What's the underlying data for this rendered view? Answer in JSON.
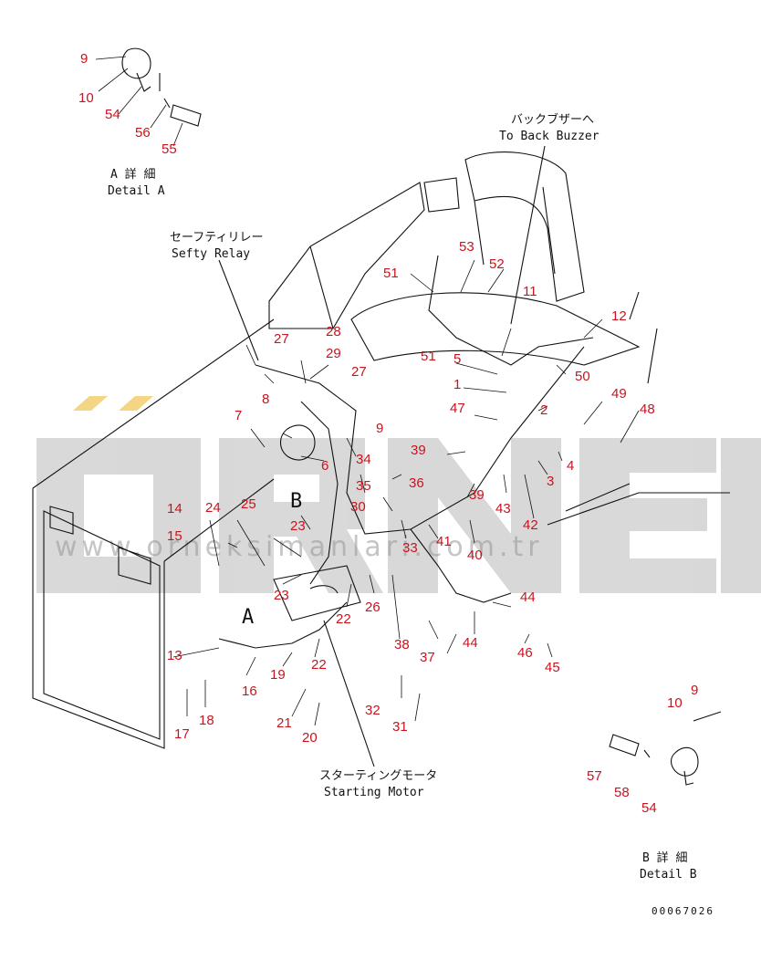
{
  "watermark": {
    "brand": "ÖRNEK",
    "url": "www.orneksimanlari.com.tr",
    "accent": "#f0c34e",
    "gray": "#b4b4b4"
  },
  "captions": {
    "back_buzzer_jp": "バックブザーへ",
    "back_buzzer_en": "To Back Buzzer",
    "safety_relay_jp": "セーフティリレー",
    "safety_relay_en": "Sefty Relay",
    "starting_motor_jp": "スターティングモータ",
    "starting_motor_en": "Starting Motor",
    "detail_a_jp": "A 詳 細",
    "detail_a_en": "Detail A",
    "detail_b_jp": "B 詳 細",
    "detail_b_en": "Detail B",
    "letter_a": "A",
    "letter_b": "B"
  },
  "doc_number": "00067026",
  "callouts": [
    "9",
    "10",
    "54",
    "56",
    "55",
    "53",
    "52",
    "51",
    "28",
    "27",
    "29",
    "27",
    "8",
    "7",
    "6",
    "9",
    "34",
    "35",
    "36",
    "30",
    "23",
    "23",
    "25",
    "24",
    "14",
    "15",
    "13",
    "16",
    "19",
    "22",
    "22",
    "26",
    "33",
    "41",
    "40",
    "37",
    "38",
    "32",
    "31",
    "21",
    "20",
    "17",
    "18",
    "11",
    "12",
    "5",
    "51",
    "1",
    "47",
    "2",
    "50",
    "49",
    "48",
    "39",
    "39",
    "3",
    "4",
    "43",
    "42",
    "44",
    "44",
    "46",
    "45",
    "57",
    "58",
    "54",
    "10",
    "9"
  ],
  "colors": {
    "callout": "#c8141e",
    "line": "#111111"
  }
}
